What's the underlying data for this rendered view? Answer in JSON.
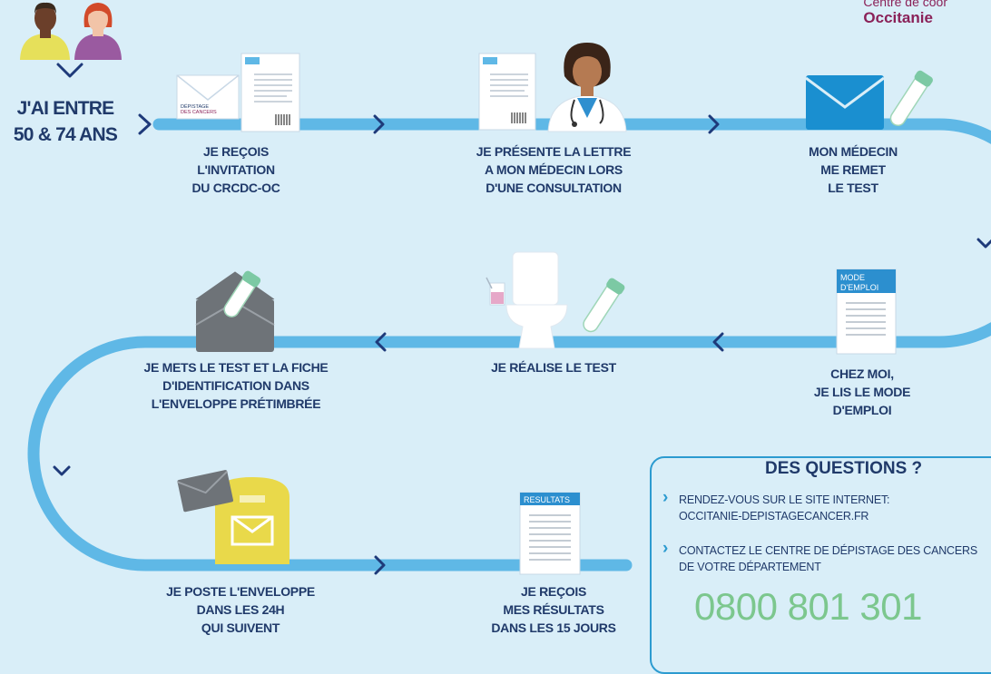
{
  "brand": {
    "line1": "Centre de coor",
    "line2": "Occitanie"
  },
  "intro": {
    "line1": "J'AI ENTRE",
    "line2": "50 & 74 ANS"
  },
  "doc_letter_lines": [
    "DÉPISTAGE",
    "DES CANCERS"
  ],
  "steps": [
    {
      "lines": [
        "JE REÇOIS",
        "L'INVITATION",
        "DU CRCDC-OC"
      ]
    },
    {
      "lines": [
        "JE PRÉSENTE LA LETTRE",
        "A MON MÉDECIN LORS",
        "D'UNE CONSULTATION"
      ]
    },
    {
      "lines": [
        "MON MÉDECIN",
        "ME REMET",
        "LE TEST"
      ]
    },
    {
      "lines": [
        "CHEZ MOI,",
        "JE LIS LE MODE",
        "D'EMPLOI"
      ]
    },
    {
      "lines": [
        "JE RÉALISE LE TEST"
      ]
    },
    {
      "lines": [
        "JE METS LE TEST ET LA FICHE",
        "D'IDENTIFICATION DANS",
        "L'ENVELOPPE PRÉTIMBRÉE"
      ]
    },
    {
      "lines": [
        "JE POSTE L'ENVELOPPE",
        "DANS LES 24H",
        "QUI SUIVENT"
      ]
    },
    {
      "lines": [
        "JE REÇOIS",
        "MES RÉSULTATS",
        "DANS LES 15 JOURS"
      ]
    }
  ],
  "manual_label": {
    "line1": "MODE",
    "line2": "D'EMPLOI"
  },
  "results_label": "RESULTATS",
  "questions": {
    "title": "DES QUESTIONS ?",
    "items": [
      {
        "line1": "RENDEZ-VOUS SUR LE SITE INTERNET:",
        "line2": "OCCITANIE-DEPISTAGECANCER.FR"
      },
      {
        "line1": "CONTACTEZ LE CENTRE DE DÉPISTAGE DES CANCERS",
        "line2": "DE VOTRE DÉPARTEMENT"
      }
    ],
    "phone": "0800 801 301"
  },
  "colors": {
    "background": "#d9eef8",
    "path": "#5fb8e6",
    "text": "#203a6a",
    "accent": "#8a2158",
    "phone": "#7cc78e",
    "mailbox": "#e9d94a",
    "envelope": "#1a8fd0",
    "tube": "#7cc9a4"
  }
}
